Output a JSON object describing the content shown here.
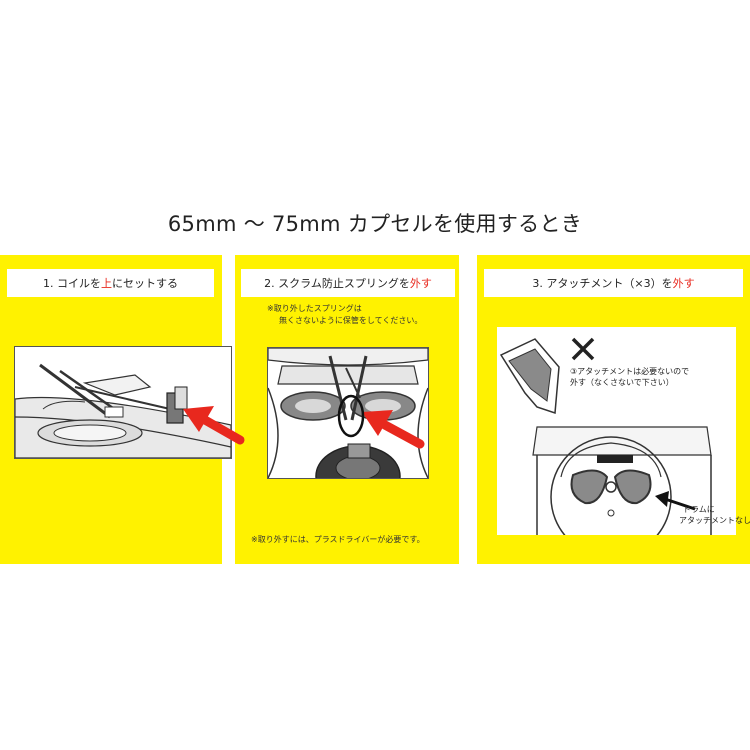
{
  "title": "65mm 〜 75mm カプセルを使用するとき",
  "panels": [
    {
      "header_prefix": "1. コイルを",
      "header_highlight": "上",
      "header_suffix": "にセットする"
    },
    {
      "header_prefix": "2. スクラム防止スプリングを",
      "header_highlight": "外す",
      "header_suffix": "",
      "note_top_line1": "※取り外したスプリングは",
      "note_top_line2": "無くさないように保管をしてください。",
      "note_bottom": "※取り外すには、プラスドライバーが必要です。"
    },
    {
      "header_prefix": "3. アタッチメント（×3）を",
      "header_highlight": "外す",
      "header_suffix": "",
      "label_line1": "③アタッチメントは必要ないので",
      "label_line2": "外す（なくさないで下さい）",
      "drum_label_line1": "ドラムに",
      "drum_label_line2": "アタッチメントなし",
      "cross_mark": "×"
    }
  ],
  "colors": {
    "panel_background": "#fff200",
    "highlight_red": "#e8281e",
    "arrow_red": "#e8281e"
  }
}
